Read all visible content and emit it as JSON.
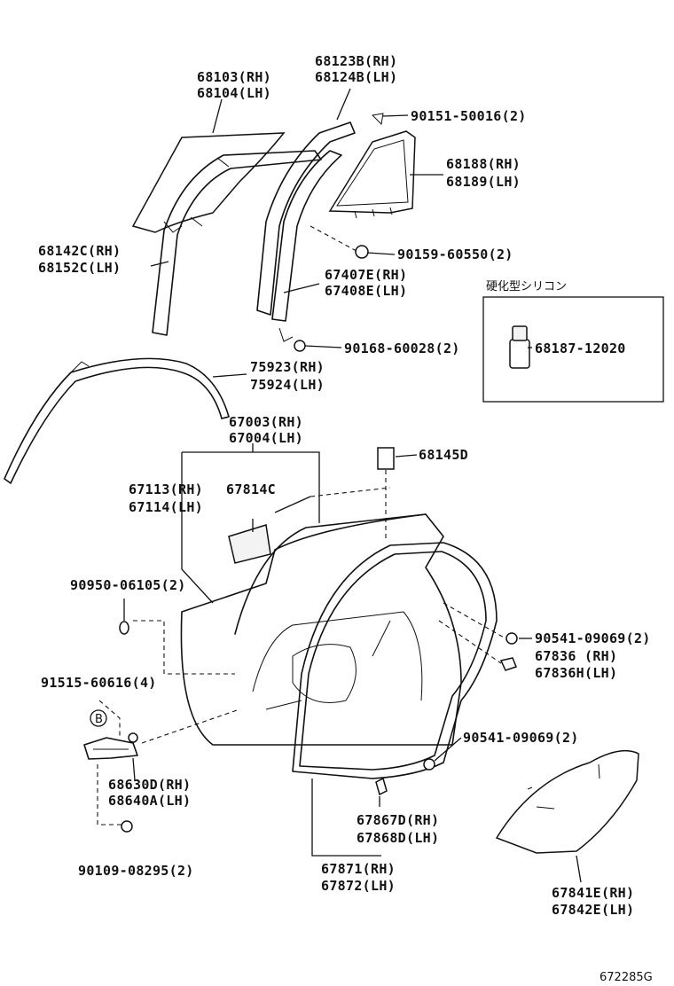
{
  "labels": {
    "l68103": "68103(RH)",
    "l68104": "68104(LH)",
    "l68123B": "68123B(RH)",
    "l68124B": "68124B(LH)",
    "l90151": "90151-50016(2)",
    "l68188": "68188(RH)",
    "l68189": "68189(LH)",
    "l68142C": "68142C(RH)",
    "l68152C": "68152C(LH)",
    "l90159": "90159-60550(2)",
    "l67407E": "67407E(RH)",
    "l67408E": "67408E(LH)",
    "silicone": "硬化型シリコン",
    "l90168": "90168-60028(2)",
    "l68187": "68187-12020",
    "l75923": "75923(RH)",
    "l75924": "75924(LH)",
    "l67003": "67003(RH)",
    "l67004": "67004(LH)",
    "l68145D": "68145D",
    "l67113": "67113(RH)",
    "l67814C": "67814C",
    "l67114": "67114(LH)",
    "l90950": "90950-06105(2)",
    "l90541a": "90541-09069(2)",
    "l67836": "67836 (RH)",
    "l67836H": "67836H(LH)",
    "l91515": "91515-60616(4)",
    "lB": "B",
    "l90541b": "90541-09069(2)",
    "l68630D": "68630D(RH)",
    "l68640A": "68640A(LH)",
    "l67867D": "67867D(RH)",
    "l67868D": "67868D(LH)",
    "l90109": "90109-08295(2)",
    "l67871": "67871(RH)",
    "l67872": "67872(LH)",
    "l67841E": "67841E(RH)",
    "l67842E": "67842E(LH)",
    "code": "672285G"
  }
}
